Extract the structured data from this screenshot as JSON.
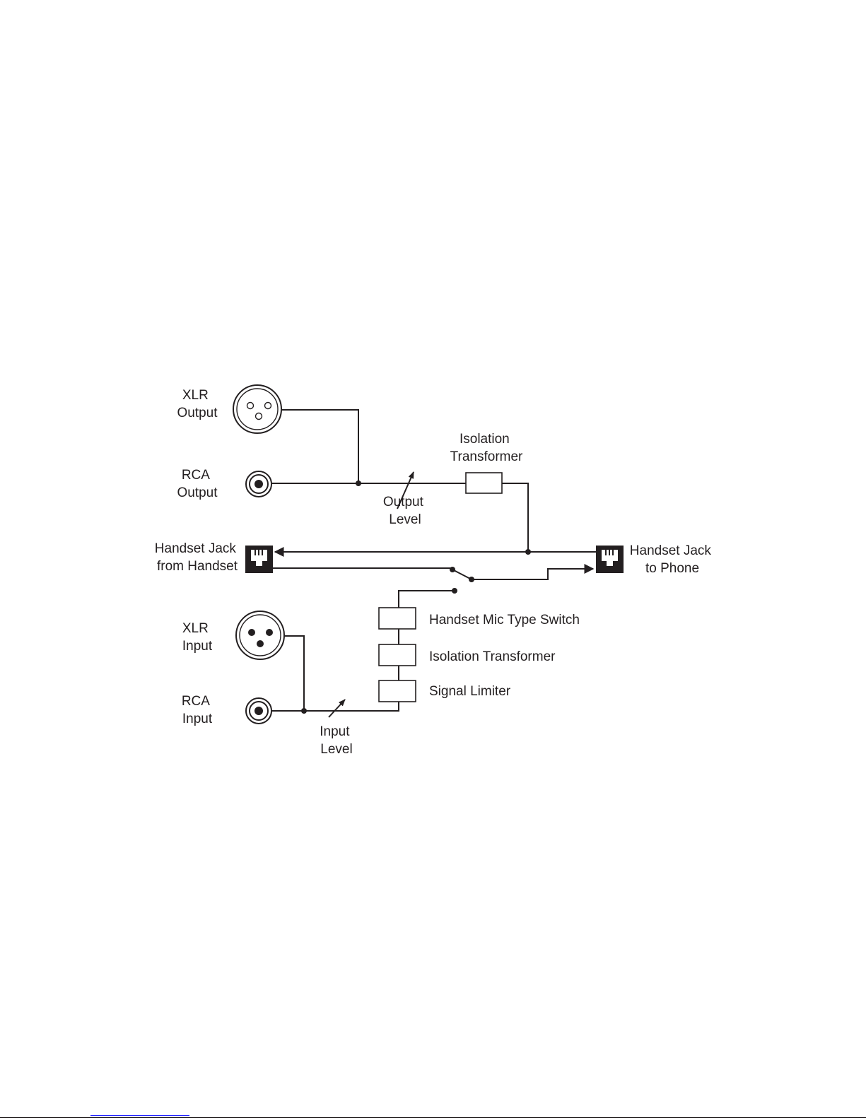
{
  "labels": {
    "xlr_output": [
      "XLR",
      "Output"
    ],
    "rca_output": [
      "RCA",
      "Output"
    ],
    "isolation_transformer_top": [
      "Isolation",
      "Transformer"
    ],
    "output_level": [
      "Output",
      "Level"
    ],
    "handset_from": [
      "Handset Jack",
      "from Handset"
    ],
    "handset_to": [
      "Handset Jack",
      "to Phone"
    ],
    "xlr_input": [
      "XLR",
      "Input"
    ],
    "rca_input": [
      "RCA",
      "Input"
    ],
    "input_level": [
      "Input",
      "Level"
    ],
    "mic_type_switch": "Handset Mic Type Switch",
    "isolation_transformer_chain": "Isolation Transformer",
    "signal_limiter": "Signal Limiter"
  },
  "colors": {
    "ink": "#231f20",
    "background": "#ffffff",
    "footer_link": "#1a1aff"
  },
  "icons": {
    "xlr_output": "xlr-female-connector-icon",
    "xlr_input": "xlr-male-connector-icon",
    "rca": "rca-jack-icon",
    "handset": "rj-modular-jack-icon"
  }
}
